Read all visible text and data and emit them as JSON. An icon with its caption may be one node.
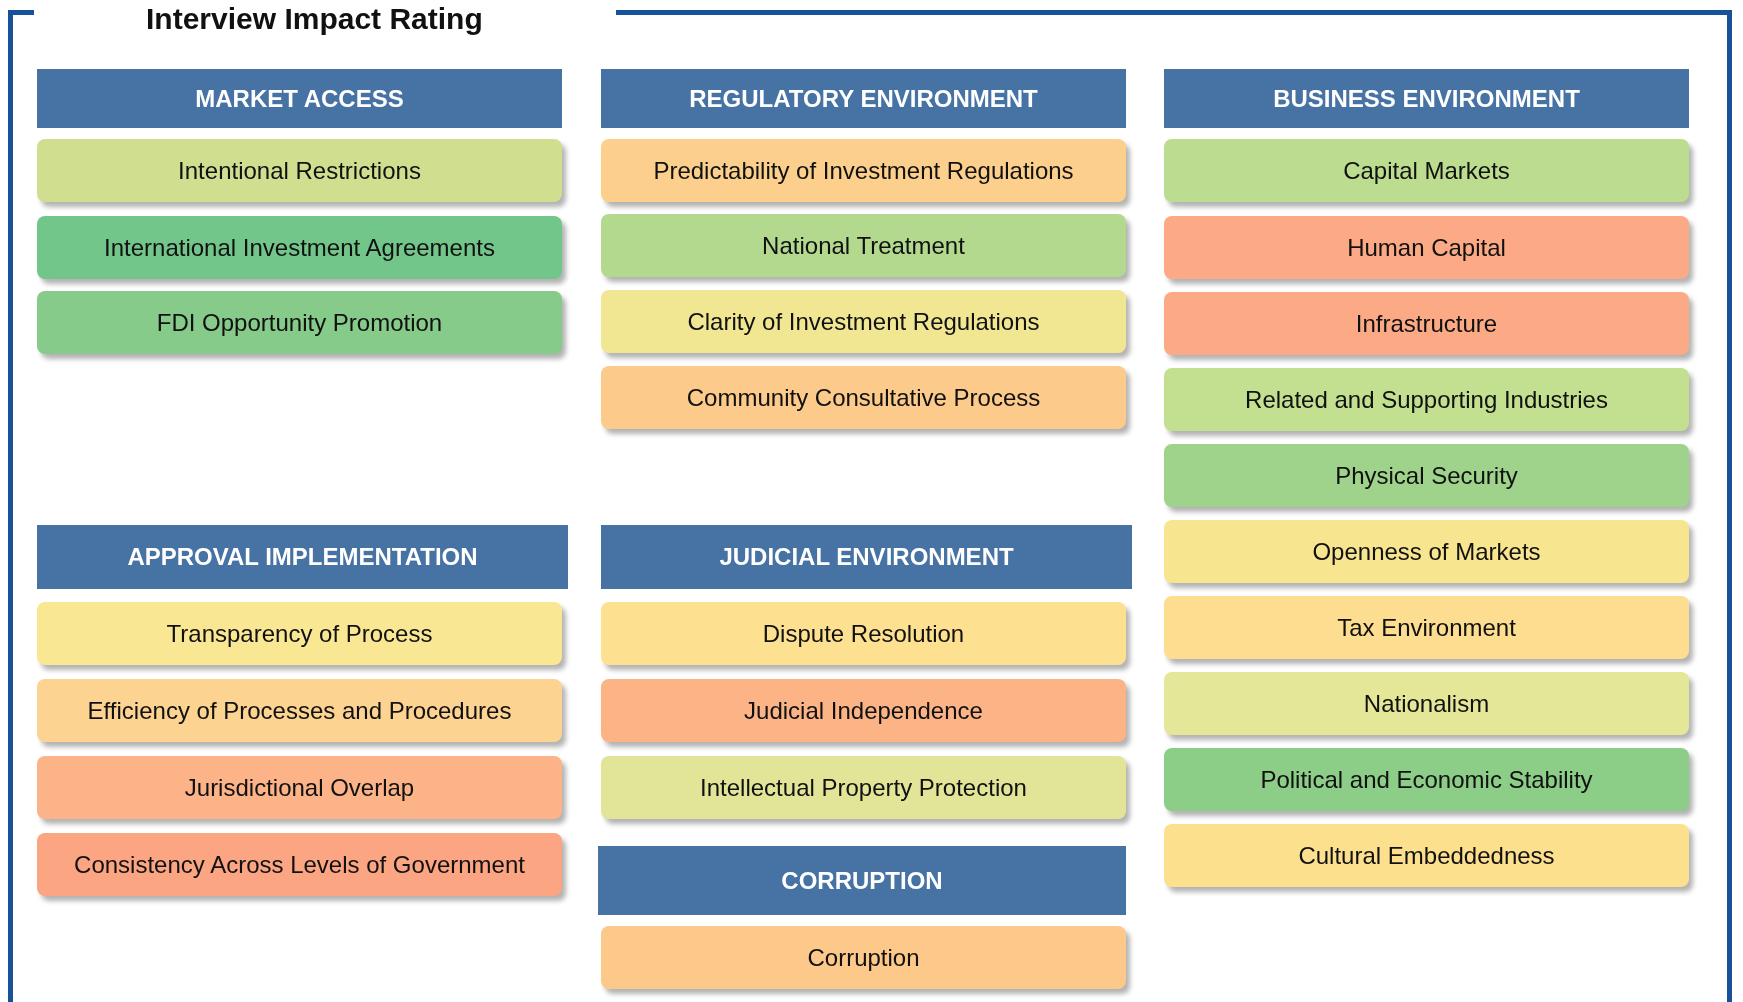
{
  "diagram": {
    "title": "Interview Impact Rating",
    "nodes": [
      {
        "text": [
          "MARKET ACCESS"
        ]
      },
      {
        "text": [
          "Intentional Restrictions"
        ]
      },
      {
        "text": [
          "International Investment Agreements"
        ]
      },
      {
        "text": [
          "FDI Opportunity Promotion"
        ]
      },
      {
        "text": [
          "REGULATORY ENVIRONMENT"
        ]
      },
      {
        "text": [
          "Predictability of Investment Regulations"
        ]
      },
      {
        "text": [
          "National Treatment"
        ]
      },
      {
        "text": [
          "Clarity of Investment Regulations"
        ]
      },
      {
        "text": [
          "Community Consultative Process"
        ]
      },
      {
        "text": [
          "BUSINESS ENVIRONMENT"
        ]
      },
      {
        "text": [
          "Capital Markets"
        ]
      },
      {
        "text": [
          "Human Capital"
        ]
      },
      {
        "text": [
          "Infrastructure"
        ]
      },
      {
        "text": [
          "Related and Supporting Industries"
        ]
      },
      {
        "text": [
          "Physical Security"
        ]
      },
      {
        "text": [
          "Openness of Markets"
        ]
      },
      {
        "text": [
          "Tax Environment"
        ]
      },
      {
        "text": [
          "Nationalism"
        ]
      },
      {
        "text": [
          "Political and Economic Stability"
        ]
      },
      {
        "text": [
          "Cultural Embeddedness"
        ]
      },
      {
        "text": [
          "APPROVAL IMPLEMENTATION"
        ]
      },
      {
        "text": [
          "Transparency of Process"
        ]
      },
      {
        "text": [
          "Efficiency of Processes and Procedures"
        ]
      },
      {
        "text": [
          "Jurisdictional Overlap"
        ]
      },
      {
        "text": [
          "Consistency Across Levels of Government"
        ]
      },
      {
        "text": [
          "JUDICIAL ENVIRONMENT"
        ]
      },
      {
        "text": [
          "Dispute Resolution"
        ]
      },
      {
        "text": [
          "Judicial Independence"
        ]
      },
      {
        "text": [
          "Intellectual Property Protection"
        ]
      },
      {
        "text": [
          "CORRUPTION"
        ]
      },
      {
        "text": [
          "Corruption"
        ]
      }
    ]
  }
}
